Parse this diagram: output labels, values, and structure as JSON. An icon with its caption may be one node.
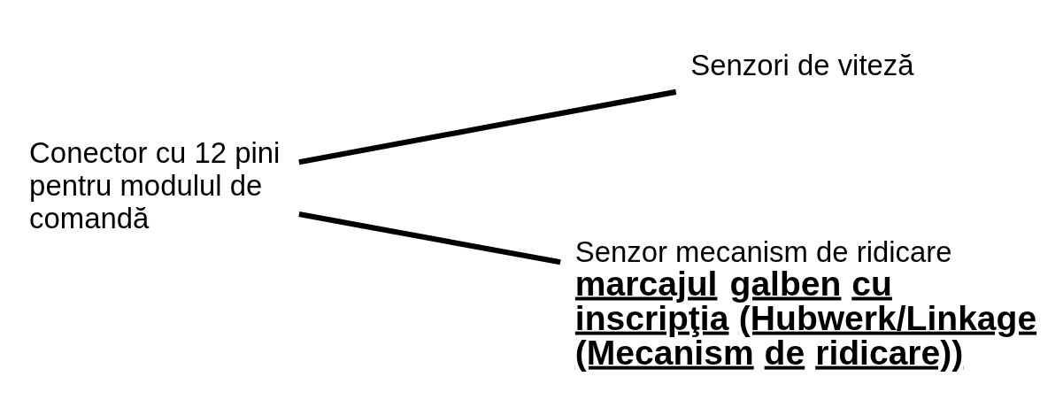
{
  "diagram": {
    "nodes": [
      {
        "text": [
          "Conector cu 12 pini pentru modulul de comandă"
        ]
      },
      {
        "text": [
          "Senzori de viteză"
        ]
      },
      {
        "text": [
          "Senzor mecanism de ridicare",
          "marcajul galben cu inscripţia (Hubwerk/Linkage (Mecanism de ridicare))"
        ]
      }
    ],
    "edges": [
      {
        "from": 0,
        "to": 1,
        "arrow": "none"
      },
      {
        "from": 0,
        "to": 2,
        "arrow": "none"
      }
    ]
  }
}
